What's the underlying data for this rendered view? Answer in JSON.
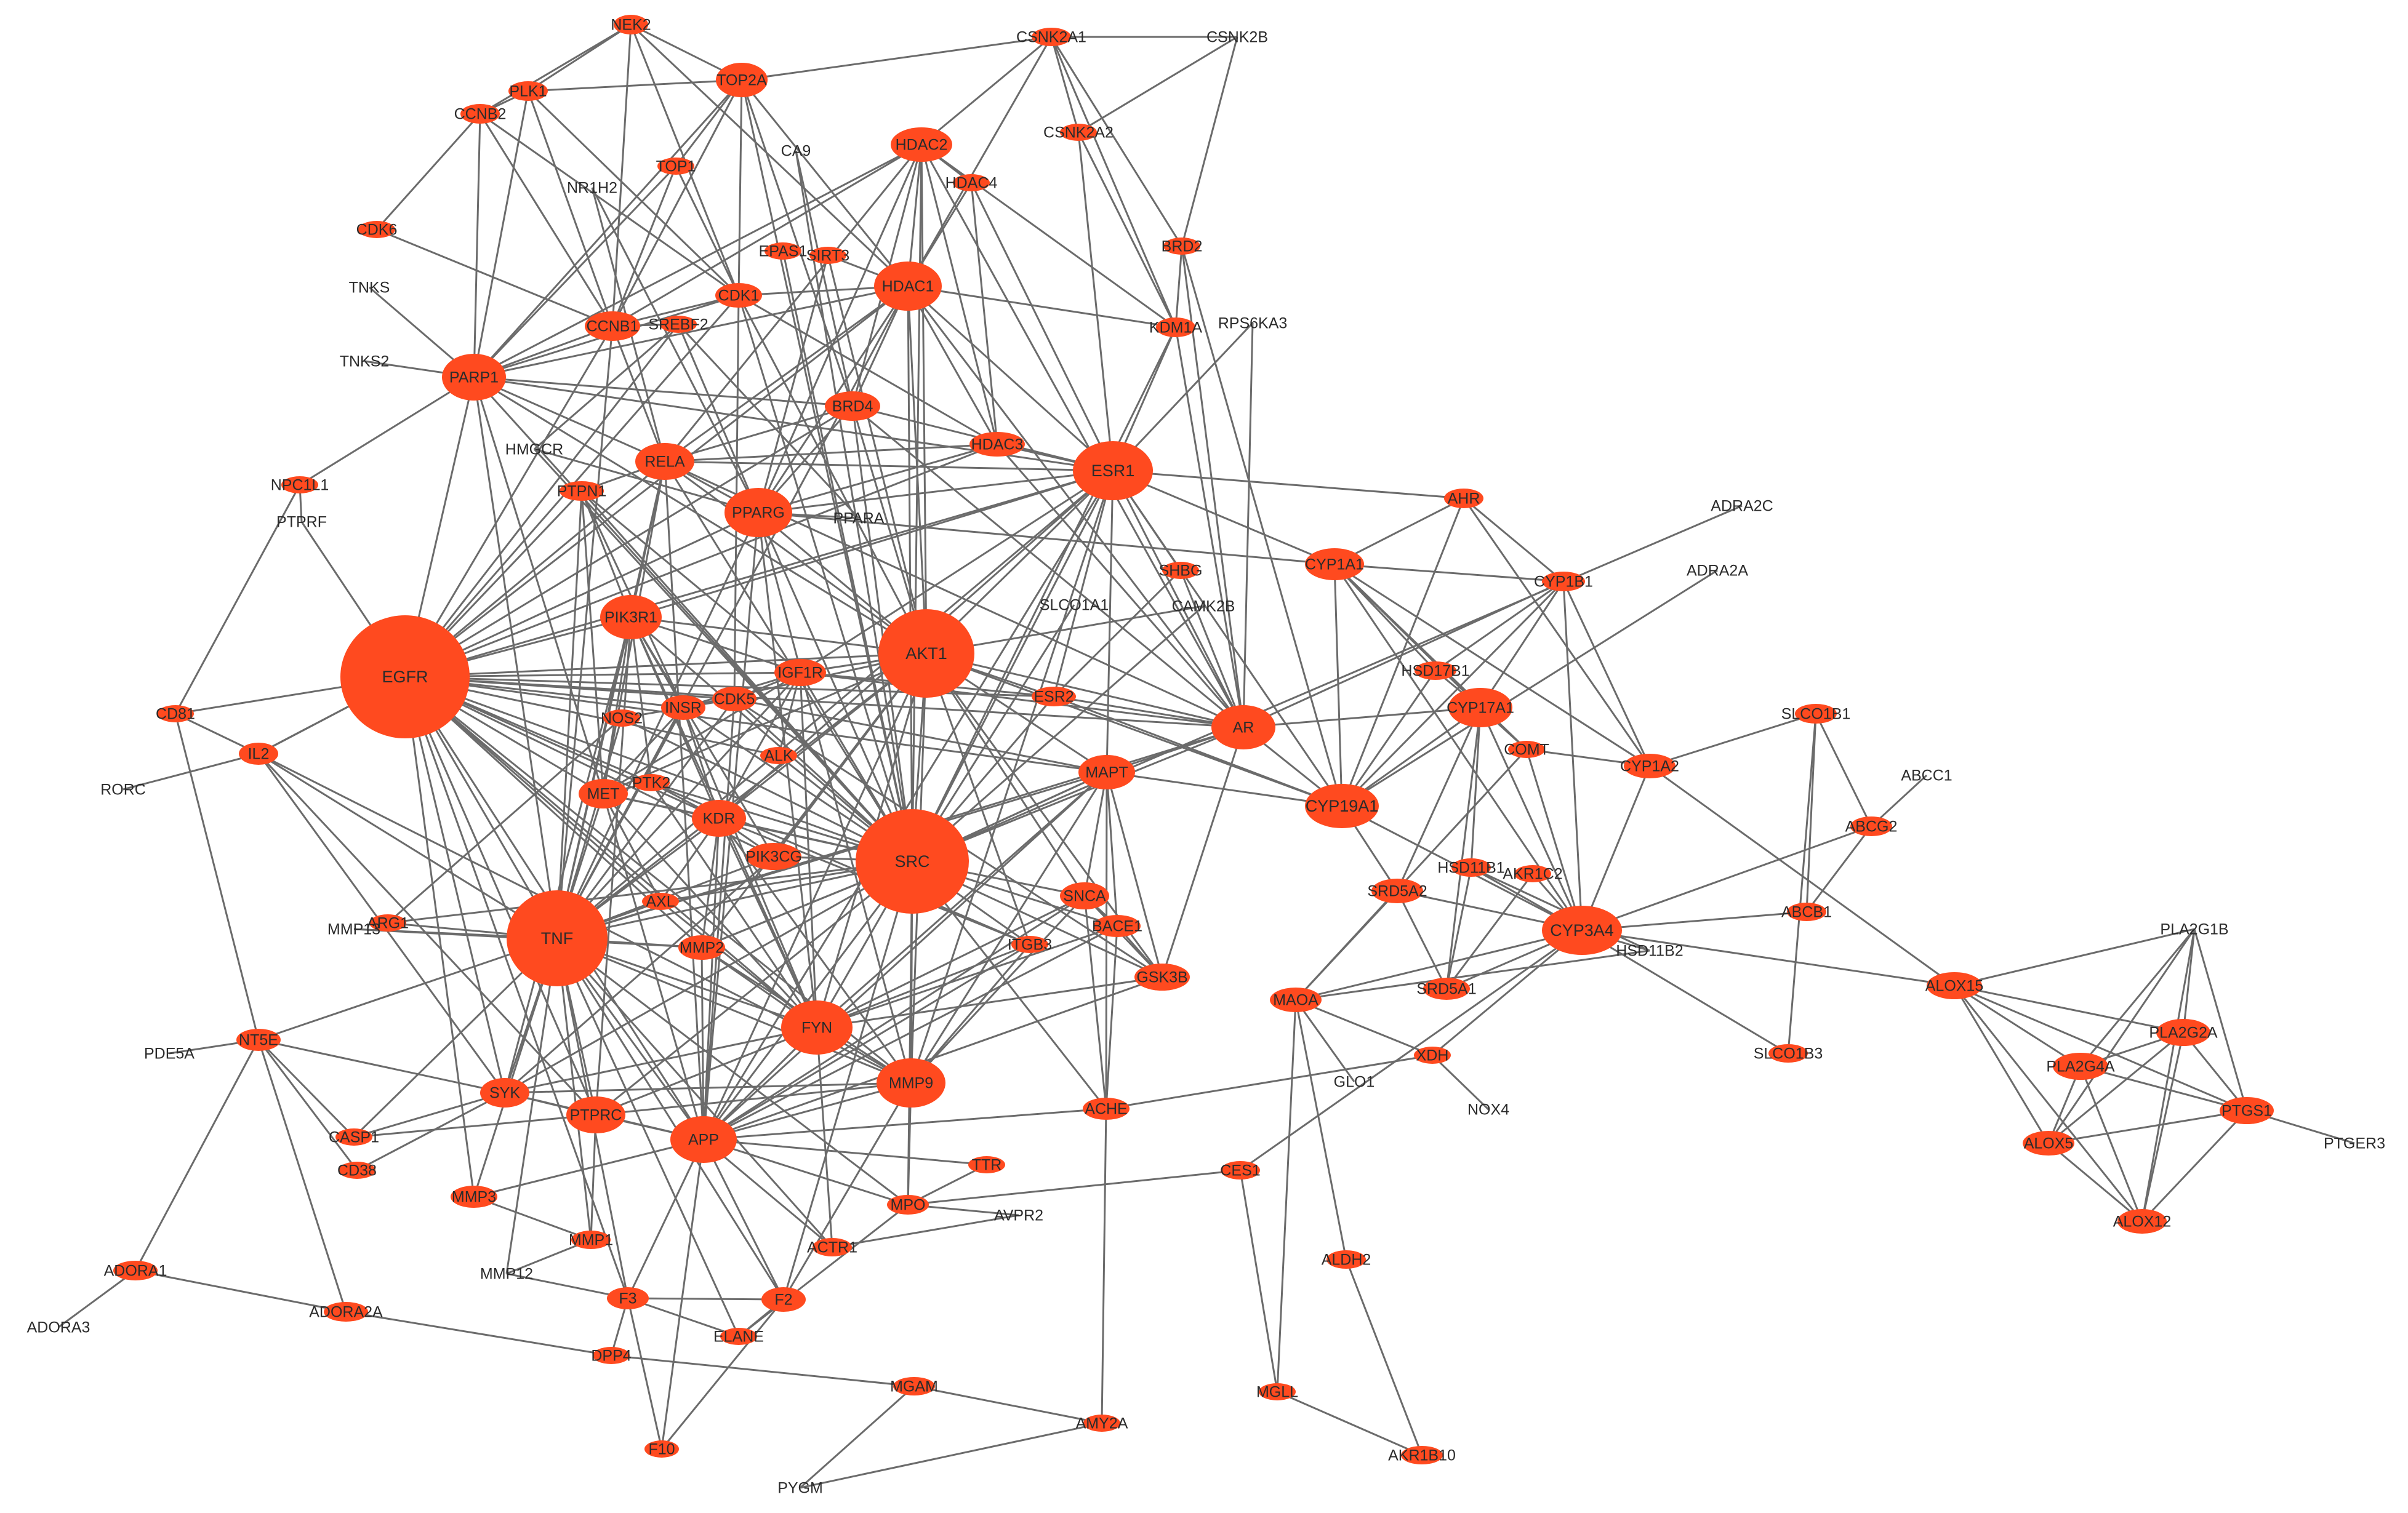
{
  "colors": {
    "node": "#ff4a1f",
    "edge": "#6b6b6b",
    "label": "#2b2b2b"
  },
  "nodes": [
    {
      "id": "NEK2"
    },
    {
      "id": "PLK1"
    },
    {
      "id": "CCNB2"
    },
    {
      "id": "TOP2A"
    },
    {
      "id": "CSNK2A1"
    },
    {
      "id": "CSNK2B"
    },
    {
      "id": "CSNK2A2"
    },
    {
      "id": "HDAC2"
    },
    {
      "id": "CA9"
    },
    {
      "id": "TOP1"
    },
    {
      "id": "NR1H2"
    },
    {
      "id": "HDAC4"
    },
    {
      "id": "CDK6"
    },
    {
      "id": "EPAS1"
    },
    {
      "id": "SIRT3"
    },
    {
      "id": "BRD2"
    },
    {
      "id": "TNKS"
    },
    {
      "id": "CDK1"
    },
    {
      "id": "HDAC1"
    },
    {
      "id": "CCNB1"
    },
    {
      "id": "SREBF2"
    },
    {
      "id": "KDM1A"
    },
    {
      "id": "RPS6KA3"
    },
    {
      "id": "TNKS2"
    },
    {
      "id": "PARP1"
    },
    {
      "id": "BRD4"
    },
    {
      "id": "HMGCR"
    },
    {
      "id": "RELA"
    },
    {
      "id": "HDAC3"
    },
    {
      "id": "ESR1"
    },
    {
      "id": "NPC1L1"
    },
    {
      "id": "PTPN1"
    },
    {
      "id": "PTPRF"
    },
    {
      "id": "PPARG"
    },
    {
      "id": "PPARA"
    },
    {
      "id": "AHR"
    },
    {
      "id": "ADRA2C"
    },
    {
      "id": "ADRA2A"
    },
    {
      "id": "CYP1A1"
    },
    {
      "id": "SHBG"
    },
    {
      "id": "CYP1B1"
    },
    {
      "id": "SLCO1A1"
    },
    {
      "id": "CAMK2B"
    },
    {
      "id": "PIK3R1"
    },
    {
      "id": "AKT1"
    },
    {
      "id": "EGFR"
    },
    {
      "id": "HSD17B1"
    },
    {
      "id": "IGF1R"
    },
    {
      "id": "CD81"
    },
    {
      "id": "INSR"
    },
    {
      "id": "CDK5"
    },
    {
      "id": "NOS2"
    },
    {
      "id": "ESR2"
    },
    {
      "id": "CYP17A1"
    },
    {
      "id": "AR"
    },
    {
      "id": "SLCO1B1"
    },
    {
      "id": "ALK"
    },
    {
      "id": "COMT"
    },
    {
      "id": "IL2"
    },
    {
      "id": "CYP1A2"
    },
    {
      "id": "ABCC1"
    },
    {
      "id": "RORC"
    },
    {
      "id": "MET"
    },
    {
      "id": "PTK2"
    },
    {
      "id": "MAPT"
    },
    {
      "id": "CYP19A1"
    },
    {
      "id": "KDR"
    },
    {
      "id": "ABCG2"
    },
    {
      "id": "PIK3CG"
    },
    {
      "id": "SRC"
    },
    {
      "id": "HSD11B1"
    },
    {
      "id": "AKR1C2"
    },
    {
      "id": "SNCA"
    },
    {
      "id": "SRD5A2"
    },
    {
      "id": "AXL"
    },
    {
      "id": "ARG1"
    },
    {
      "id": "MMP13"
    },
    {
      "id": "BACE1"
    },
    {
      "id": "CYP3A4"
    },
    {
      "id": "ABCB1"
    },
    {
      "id": "PLA2G1B"
    },
    {
      "id": "TNF"
    },
    {
      "id": "MMP2"
    },
    {
      "id": "ITGB3"
    },
    {
      "id": "HSD11B2"
    },
    {
      "id": "ALOX15"
    },
    {
      "id": "SRD5A1"
    },
    {
      "id": "GSK3B"
    },
    {
      "id": "MAOA"
    },
    {
      "id": "PLA2G2A"
    },
    {
      "id": "FYN"
    },
    {
      "id": "PDE5A"
    },
    {
      "id": "NT5E"
    },
    {
      "id": "XDH"
    },
    {
      "id": "SLCO1B3"
    },
    {
      "id": "PLA2G4A"
    },
    {
      "id": "GLO1"
    },
    {
      "id": "MMP9"
    },
    {
      "id": "SYK"
    },
    {
      "id": "PTGS1"
    },
    {
      "id": "NOX4"
    },
    {
      "id": "ACHE"
    },
    {
      "id": "PTPRC"
    },
    {
      "id": "CASP1"
    },
    {
      "id": "APP"
    },
    {
      "id": "PTGER3"
    },
    {
      "id": "ALOX5"
    },
    {
      "id": "CD38"
    },
    {
      "id": "TTR"
    },
    {
      "id": "CES1"
    },
    {
      "id": "MMP3"
    },
    {
      "id": "MPO"
    },
    {
      "id": "AVPR2"
    },
    {
      "id": "ALOX12"
    },
    {
      "id": "MMP1"
    },
    {
      "id": "ACTR1"
    },
    {
      "id": "ADORA1"
    },
    {
      "id": "MMP12"
    },
    {
      "id": "ALDH2"
    },
    {
      "id": "F3"
    },
    {
      "id": "F2"
    },
    {
      "id": "ADORA2A"
    },
    {
      "id": "ADORA3"
    },
    {
      "id": "ELANE"
    },
    {
      "id": "DPP4"
    },
    {
      "id": "MGAM"
    },
    {
      "id": "MGLL"
    },
    {
      "id": "AMY2A"
    },
    {
      "id": "F10"
    },
    {
      "id": "AKR1B10"
    },
    {
      "id": "PYGM"
    }
  ]
}
